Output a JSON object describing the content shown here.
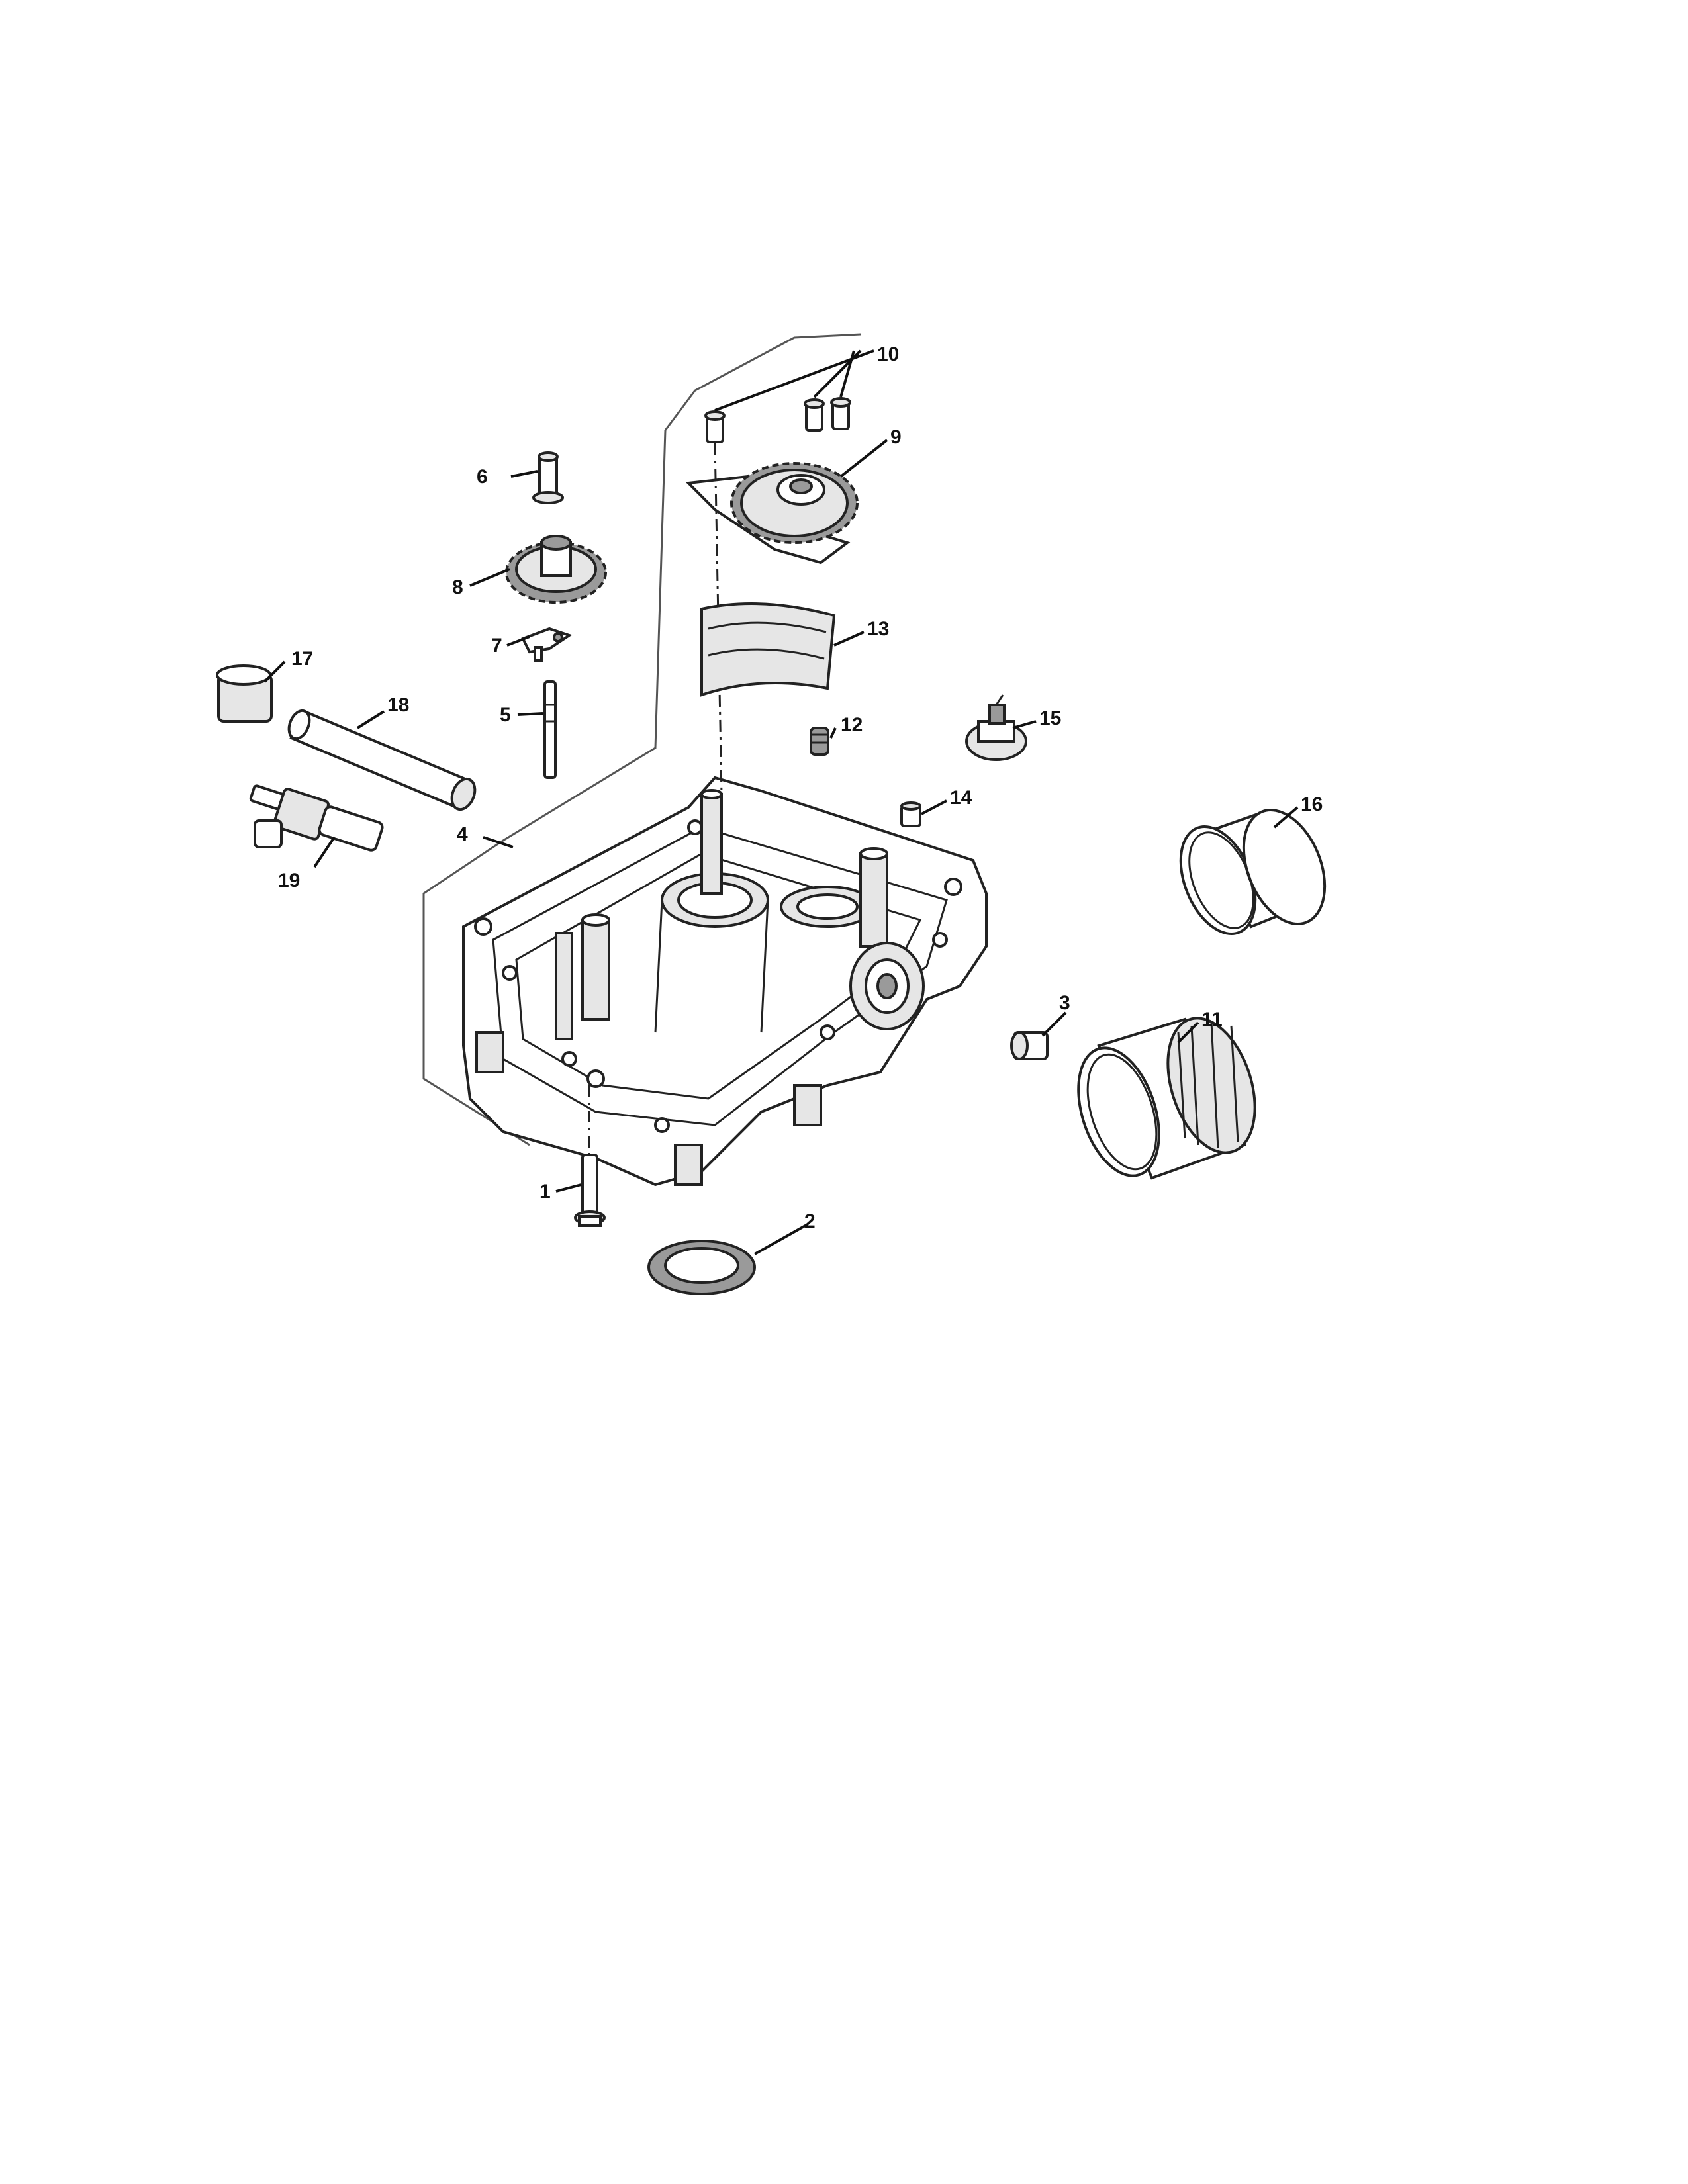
{
  "callouts": [
    {
      "id": "c1",
      "label": "1",
      "part": "bolt"
    },
    {
      "id": "c2",
      "label": "2",
      "part": "oil-seal"
    },
    {
      "id": "c3",
      "label": "3",
      "part": "filter-nipple"
    },
    {
      "id": "c4",
      "label": "4",
      "part": "oil-pan"
    },
    {
      "id": "c5",
      "label": "5",
      "part": "shaft"
    },
    {
      "id": "c6",
      "label": "6",
      "part": "stud"
    },
    {
      "id": "c7",
      "label": "7",
      "part": "governor-arm"
    },
    {
      "id": "c8",
      "label": "8",
      "part": "governor-gear"
    },
    {
      "id": "c9",
      "label": "9",
      "part": "oil-pump"
    },
    {
      "id": "c10",
      "label": "10",
      "part": "screws"
    },
    {
      "id": "c11",
      "label": "11",
      "part": "oil-filter"
    },
    {
      "id": "c12",
      "label": "12",
      "part": "spring"
    },
    {
      "id": "c13",
      "label": "13",
      "part": "screen"
    },
    {
      "id": "c14",
      "label": "14",
      "part": "plug"
    },
    {
      "id": "c15",
      "label": "15",
      "part": "pressure-switch"
    },
    {
      "id": "c16",
      "label": "16",
      "part": "oil-filter-alt"
    },
    {
      "id": "c17",
      "label": "17",
      "part": "bushing"
    },
    {
      "id": "c18",
      "label": "18",
      "part": "tube"
    },
    {
      "id": "c19",
      "label": "19",
      "part": "fitting"
    }
  ]
}
